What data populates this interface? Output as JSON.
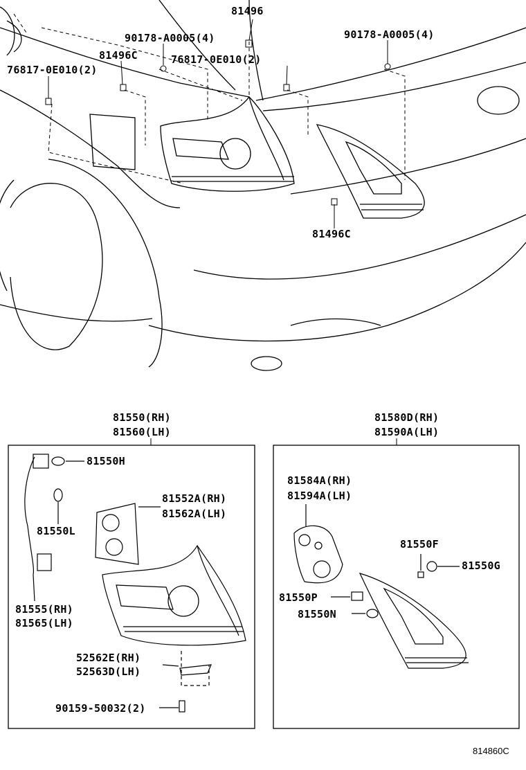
{
  "top_assembly": {
    "labels": {
      "clip_81496": "81496",
      "screw_left": "90178-A0005(4)",
      "screw_right": "90178-A0005(4)",
      "retainer_left": "81496C",
      "nut_center": "76817-0E010(2)",
      "nut_left": "76817-0E010(2)",
      "retainer_bottom": "81496C"
    }
  },
  "left_box": {
    "title_rh": "81550(RH)",
    "title_lh": "81560(LH)",
    "parts": {
      "bulb_h": "81550H",
      "bulb_l": "81550L",
      "gasket_rh": "81552A(RH)",
      "gasket_lh": "81562A(LH)",
      "wire_rh": "81555(RH)",
      "wire_lh": "81565(LH)",
      "bracket_rh": "52562E(RH)",
      "bracket_lh": "52563D(LH)",
      "screw": "90159-50032(2)"
    }
  },
  "right_box": {
    "title_rh": "81580D(RH)",
    "title_lh": "81590A(LH)",
    "parts": {
      "gasket_rh": "81584A(RH)",
      "gasket_lh": "81594A(LH)",
      "part_f": "81550F",
      "part_g": "81550G",
      "socket_p": "81550P",
      "bulb_n": "81550N"
    }
  },
  "diagram_code": "814860C"
}
